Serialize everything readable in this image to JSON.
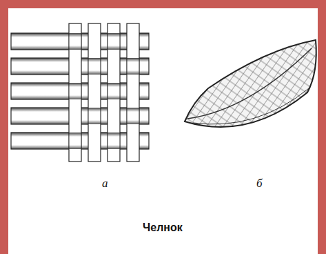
{
  "diagram": {
    "caption": "Челнок",
    "labels": [
      "а",
      "б"
    ]
  }
}
